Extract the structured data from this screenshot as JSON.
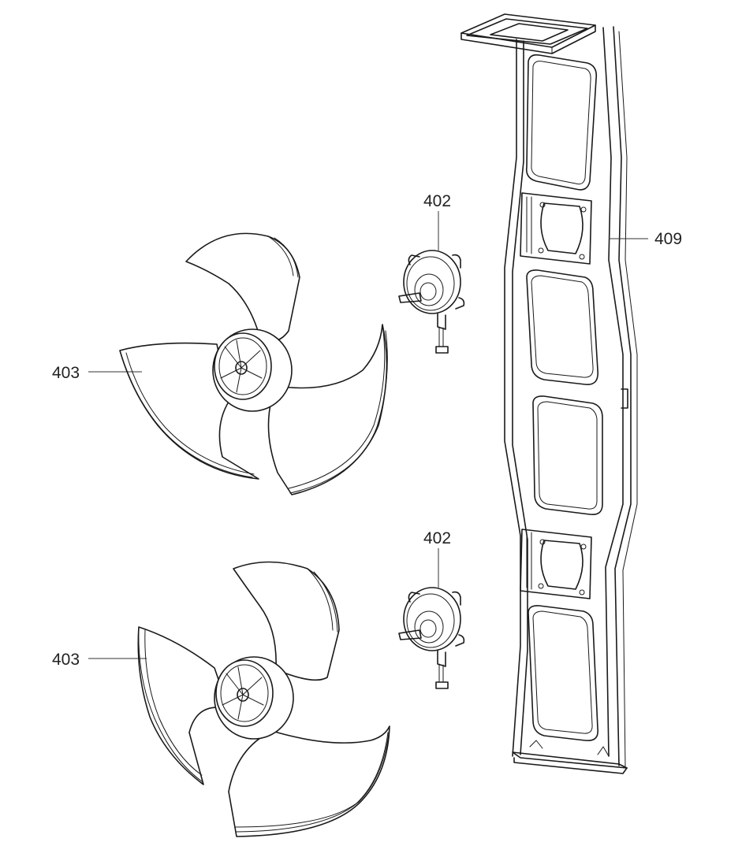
{
  "callouts": {
    "frame": "409",
    "motor_top": "402",
    "motor_bottom": "402",
    "fan_top": "403",
    "fan_bottom": "403"
  },
  "colors": {
    "ink": "#1a1a1a",
    "background": "#ffffff"
  }
}
